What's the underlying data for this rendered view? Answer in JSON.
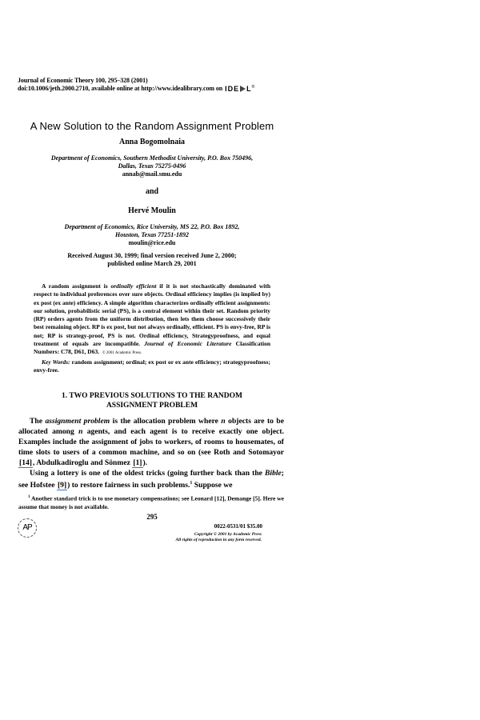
{
  "header": {
    "journal_line1": "Journal of Economic Theory 100, 295–328 (2001)",
    "journal_line2": "doi:10.1006/jeth.2000.2710, available online at http://www.idealibrary.com on",
    "ideal_logo": "IDE",
    "ideal_logo_tail": "L",
    "ideal_logo_mark": "®"
  },
  "article": {
    "title": "A New Solution to the Random Assignment Problem",
    "author1": {
      "name": "Anna Bogomolnaia",
      "affiliation_line1": "Department of Economics, Southern Methodist University, P.O. Box 750496,",
      "affiliation_line2": "Dallas, Texas 75275-0496",
      "email": "annab@mail.smu.edu"
    },
    "and": "and",
    "author2": {
      "name": "Hervé Moulin",
      "affiliation_line1": "Department of Economics, Rice University, MS 22, P.O. Box 1892,",
      "affiliation_line2": "Houston, Texas 77251-1892",
      "email": "moulin@rice.edu"
    },
    "received_line1": "Received August 30, 1999; final version received June 2, 2000;",
    "received_line2": "published online March 29, 2001"
  },
  "abstract": {
    "p1_a": "A random assignment is ",
    "p1_em": "ordinally efficient",
    "p1_b": " if it is not stochastically dominated with respect to individual preferences over sure objects. Ordinal efficiency implies (is implied by) ex post (ex ante) efficiency. A simple algorithm characterizes ordinally efficient assignments: our solution, probabilistic serial (PS), is a central element within their set. Random priority (RP) orders agents from the uniform distribution, then lets them choose successively their best remaining object. RP is ex post, but not always ordinally, efficient. PS is envy-free, RP is not; RP is strategy-proof, PS is not. Ordinal efficiency, Strategyproofness, and equal treatment of equals are incompatible. ",
    "jel_em": "Journal of Economic Literature",
    "jel_text": " Classification Numbers: C78, D61, D63.",
    "copyright_small": "© 2001 Academic Press.",
    "keywords_label": "Key Words:",
    "keywords": " random assignment; ordinal; ex post or ex ante efficiency; strategyproofness; envy-free."
  },
  "section": {
    "heading_line1": "1. TWO PREVIOUS SOLUTIONS TO THE RANDOM",
    "heading_line2": "ASSIGNMENT PROBLEM"
  },
  "body": {
    "p1_a": "The ",
    "p1_em": "assignment problem",
    "p1_b": " is the allocation problem where ",
    "p1_n1": "n",
    "p1_c": " objects are to be allocated among ",
    "p1_n2": "n",
    "p1_d": " agents, and each agent is to receive exactly one object. Examples include the assignment of jobs to workers, of rooms to housemates, of time slots to users of a common machine, and so on (see Roth and Sotomayor ",
    "cite14": "[14]",
    "p1_e": ", Abdulkadiroglu and Sönmez ",
    "cite1": "[1]",
    "p1_f": ").",
    "p2_a": "Using a lottery is one of the oldest tricks (going further back than the ",
    "p2_em": "Bible",
    "p2_b": "; see Hofstee ",
    "cite9": "[9]",
    "p2_c": ") to restore fairness in such problems.",
    "p2_fn": "1",
    "p2_d": " Suppose we"
  },
  "footnote": {
    "mark": "1",
    "text": " Another standard trick is to use monetary compensations; see Leonard [12], Demange [5]. Here we assume that money is not available."
  },
  "footer": {
    "page_number": "295",
    "publisher_logo": "AP",
    "price": "0022-0531/01 $35.00",
    "copyright_line1": "Copyright © 2001 by Academic Press",
    "copyright_line2": "All rights of reproduction in any form reserved."
  },
  "colors": {
    "link_underline": "#2a7bd4",
    "text": "#000000",
    "background": "#ffffff"
  }
}
